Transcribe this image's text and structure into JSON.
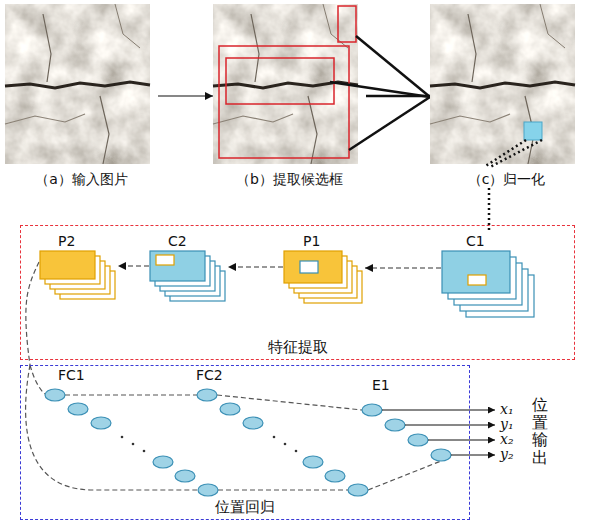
{
  "diagram": {
    "nodes": [
      {
        "text": [
          "（a）输入图片"
        ]
      },
      {
        "text": [
          "（b）提取候选框"
        ]
      },
      {
        "text": [
          "（c）归一化"
        ]
      },
      {
        "text": [
          "特征提取"
        ]
      },
      {
        "text": [
          "P2"
        ],
        "in": 3
      },
      {
        "text": [
          "C2"
        ],
        "in": 3
      },
      {
        "text": [
          "P1"
        ],
        "in": 3
      },
      {
        "text": [
          "C1"
        ],
        "in": 3
      },
      {
        "text": [
          "位置回归"
        ]
      }
    ],
    "edges": [
      {
        "from": 0,
        "to": 1,
        "arrow": "to"
      },
      {
        "from": 1,
        "to": 2,
        "arrow": "none"
      },
      {
        "from": 2,
        "to": 7,
        "arrow": "none"
      },
      {
        "from": 7,
        "to": 6,
        "arrow": "to"
      },
      {
        "from": 6,
        "to": 5,
        "arrow": "to"
      },
      {
        "from": 5,
        "to": 4,
        "arrow": "to"
      },
      {
        "from": 4,
        "to": 8,
        "arrow": "none"
      }
    ],
    "labels": [
      "FC1",
      "FC2",
      "E1",
      "x₁",
      "y₁",
      "x₂",
      "y₂",
      "位置输出"
    ]
  }
}
